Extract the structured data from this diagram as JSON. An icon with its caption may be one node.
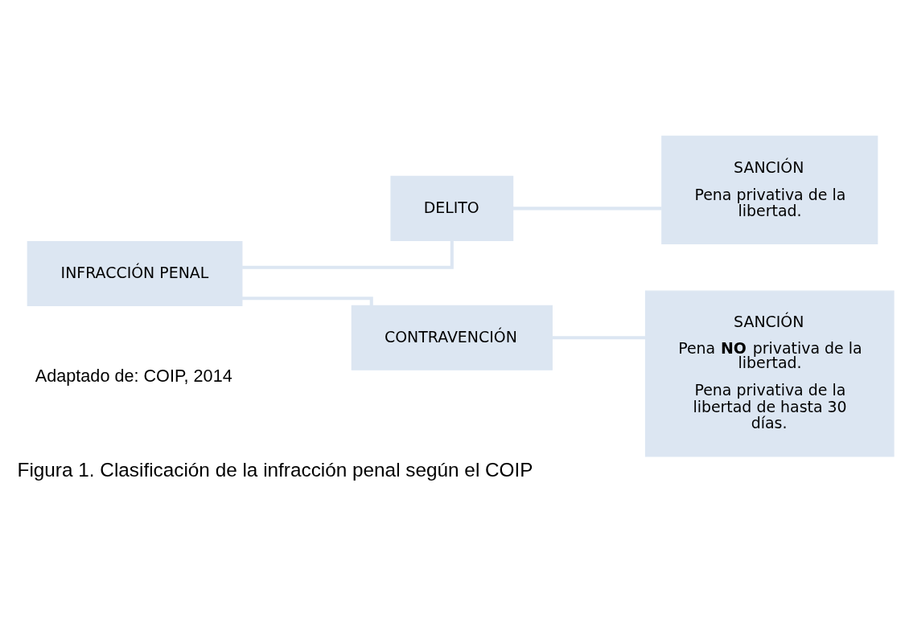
{
  "diagram": {
    "caption": "Figura 1. Clasificación de la infracción penal según el COIP",
    "nodes": [
      {
        "text": [
          "INFRACCIÓN PENAL"
        ]
      },
      {
        "text": [
          "DELITO"
        ]
      },
      {
        "text": [
          "CONTRAVENCIÓN"
        ]
      },
      {
        "text": [
          "SANCIÓN",
          "Pena privativa de la libertad."
        ]
      },
      {
        "text": [
          "SANCIÓN",
          "Pena **NO** privativa de la libertad.",
          "Pena privativa de la libertad de hasta 30 días."
        ]
      }
    ],
    "edges": [
      {
        "from": 0,
        "to": 1,
        "arrow": "none"
      },
      {
        "from": 0,
        "to": 2,
        "arrow": "none"
      },
      {
        "from": 1,
        "to": 3,
        "arrow": "none"
      },
      {
        "from": 2,
        "to": 4,
        "arrow": "none"
      }
    ],
    "labels": [
      "Adaptado de: COIP, 2014"
    ]
  }
}
